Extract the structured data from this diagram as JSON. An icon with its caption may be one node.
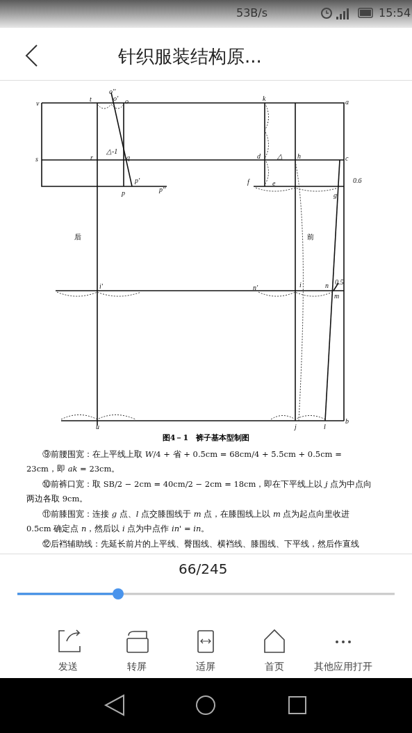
{
  "diagram": {
    "caption": "图4－1　裤子基本型制图",
    "labels": [
      "53B/s",
      "15:54",
      "针织服装结构原...",
      "o''",
      "v",
      "t",
      "o'",
      "o",
      "k",
      "a",
      "△-1",
      "s",
      "r",
      "q",
      "d",
      "△",
      "h",
      "c",
      "f",
      "e",
      "0.6",
      "g",
      "p'",
      "p",
      "p''",
      "后",
      "前",
      "0.5",
      "i'",
      "n'",
      "i",
      "n",
      "m",
      "u",
      "j",
      "l",
      "b",
      "⑨前腰围宽：在上平线上取 *W*/4 + 省 + 0.5cm = 68cm/4 + 5.5cm + 0.5cm = 23cm，即 *ak* = 23cm。",
      "⑩前裤口宽：取 SB/2 − 2cm = 40cm/2 − 2cm = 18cm，即在下平线上以 *j* 点为中点向两边各取 9cm。",
      "⑪前膝围宽：连接 *g* 点、*l* 点交膝围线于 *m* 点，在膝围线上以 *m* 点为起点向里收进 0.5cm 确定点 *n*，然后以 *i* 点为中点作 *in'* = *in*。",
      "⑫后裆辅助线：先延长前片的上平线、臀围线、横裆线、膝围线、下平线，然后作直线",
      "66/245",
      "发送",
      "转屏",
      "适屏",
      "首页",
      "其他应用打开"
    ]
  }
}
